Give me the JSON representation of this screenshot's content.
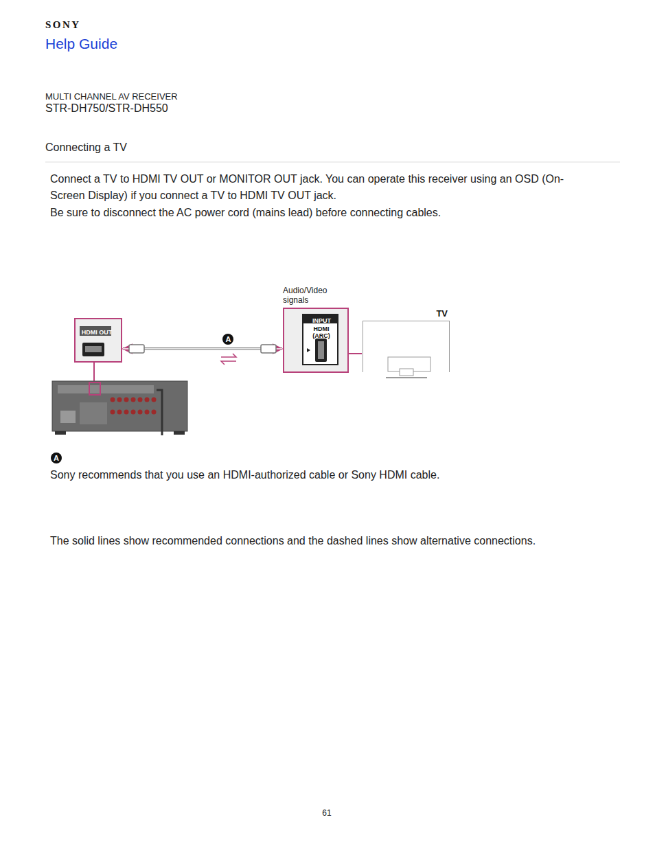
{
  "diagram": {
    "title": "Connecting a TV",
    "nodes": [
      {
        "text": [
          "HDMI OUT"
        ]
      },
      {
        "text": [
          "Audio/Video signals",
          "INPUT",
          "HDMI (ARC)"
        ]
      },
      {
        "text": [
          "TV"
        ]
      }
    ],
    "edges": [
      {
        "from": 0,
        "to": 1,
        "arrow": "both",
        "label": "A"
      }
    ],
    "labels": [
      "SONY",
      "Help Guide",
      "MULTI CHANNEL AV RECEIVER",
      "STR-DH750/STR-DH550",
      "Connect a TV to HDMI TV OUT or MONITOR OUT jack. You can operate this receiver using an OSD (On-Screen Display) if you connect a TV to HDMI TV OUT jack.",
      "Be sure to disconnect the AC power cord (mains lead) before connecting cables.",
      "A",
      "Sony recommends that you use an HDMI-authorized cable or Sony HDMI cable.",
      "The solid lines show recommended connections and the dashed lines show alternative connections.",
      "61"
    ]
  }
}
